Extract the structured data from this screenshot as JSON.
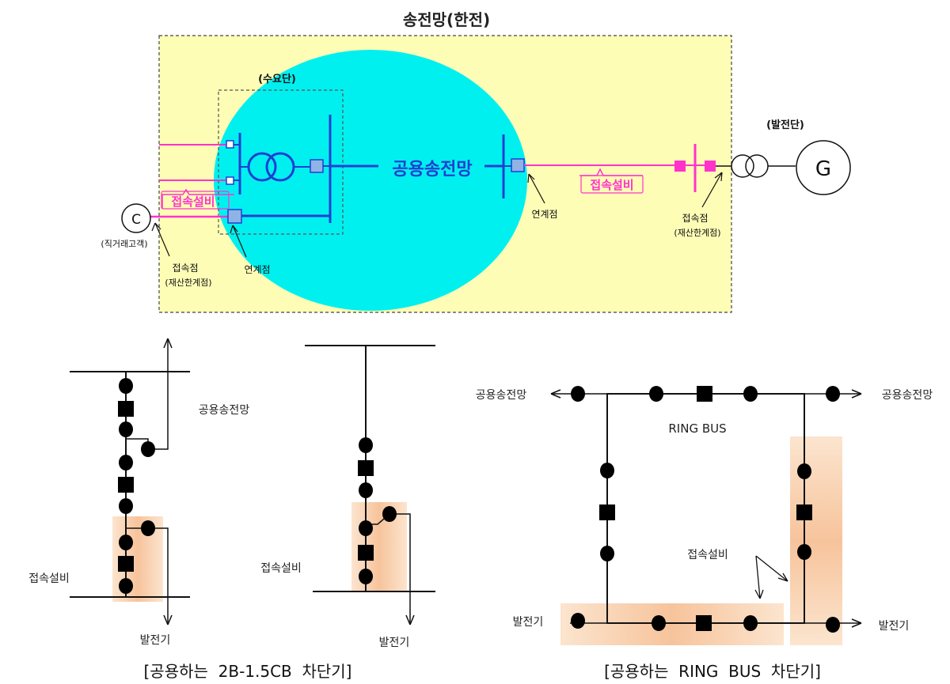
{
  "top": {
    "title": "송전망(한전)",
    "demand_label": "(수요단)",
    "generation_label": "(발전단)",
    "shared_network": "공용송전망",
    "connection_equipment_left": "접속설비",
    "connection_equipment_right": "접속설비",
    "customer_symbol": "C",
    "customer_label": "(직거래고객)",
    "connection_point_left_1": "접속점",
    "connection_point_left_2": "(재산한계점)",
    "link_point_left": "연계점",
    "link_point_right": "연계점",
    "connection_point_right_1": "접속점",
    "connection_point_right_2": "(재산한계점)",
    "generator_symbol": "G"
  },
  "left_diagram": {
    "shared_network": "공용송전망",
    "connection_equipment_a": "접속설비",
    "connection_equipment_b": "접속설비",
    "generator_a": "발전기",
    "generator_b": "발전기",
    "caption": "[공용하는  2B-1.5CB  차단기]"
  },
  "ring_diagram": {
    "shared_network_left": "공용송전망",
    "shared_network_right": "공용송전망",
    "ring_bus": "RING BUS",
    "connection_equipment": "접속설비",
    "generator_left": "발전기",
    "generator_right": "발전기",
    "caption": "[공용하는  RING  BUS  차단기]"
  },
  "colors": {
    "panel_fill": "#fdfdb6",
    "cloud_fill": "#00f0f0",
    "magenta": "#ff33cc",
    "bus_blue": "#1f3fd1",
    "box_blue": "#8fb3e6",
    "highlight": "#f7c49a"
  }
}
